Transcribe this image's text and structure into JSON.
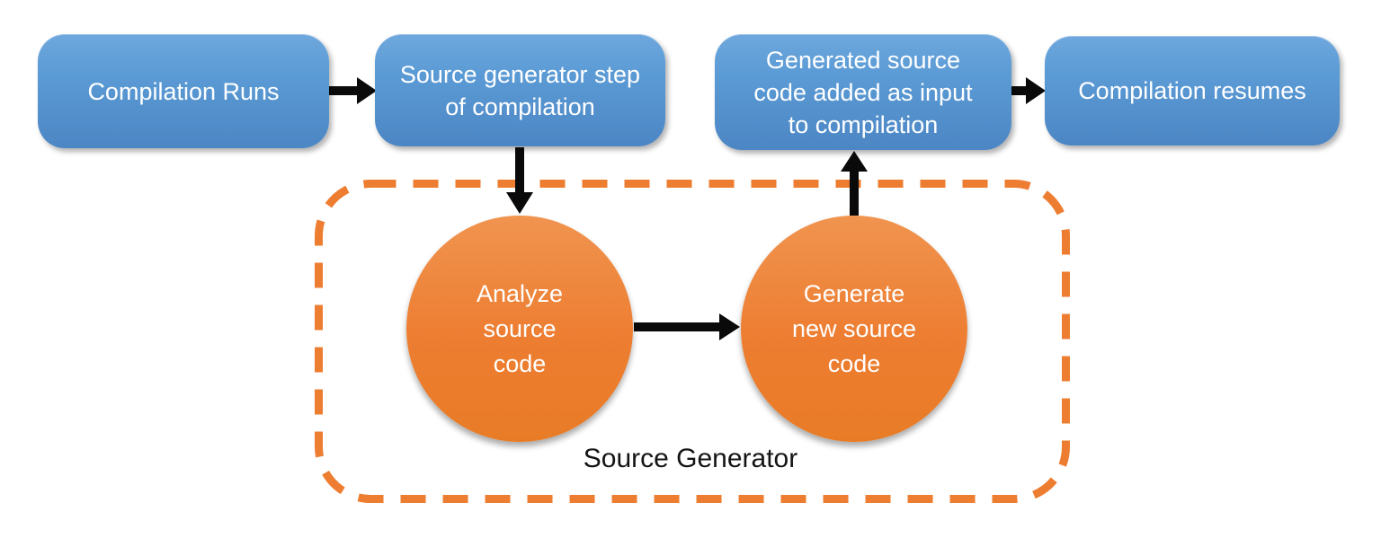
{
  "colors": {
    "box_blue": "#5B9BD5",
    "circle_orange": "#ED7D31",
    "boundary_orange": "#ED7D31",
    "arrow_black": "#0A0A0A",
    "text_white": "#FFFFFF",
    "label_black": "#141414"
  },
  "flow": {
    "boxes": [
      {
        "name": "compilation-runs",
        "lines": [
          "Compilation Runs"
        ]
      },
      {
        "name": "source-generator-step",
        "lines": [
          "Source generator step",
          "of compilation"
        ]
      },
      {
        "name": "generated-source-added",
        "lines": [
          "Generated source",
          "code added as input",
          "to compilation"
        ]
      },
      {
        "name": "compilation-resumes",
        "lines": [
          "Compilation resumes"
        ]
      }
    ],
    "generator_steps": [
      {
        "name": "analyze-source-code",
        "lines": [
          "Analyze",
          "source",
          "code"
        ]
      },
      {
        "name": "generate-new-source-code",
        "lines": [
          "Generate",
          "new source",
          "code"
        ]
      }
    ],
    "group_label": "Source Generator"
  }
}
